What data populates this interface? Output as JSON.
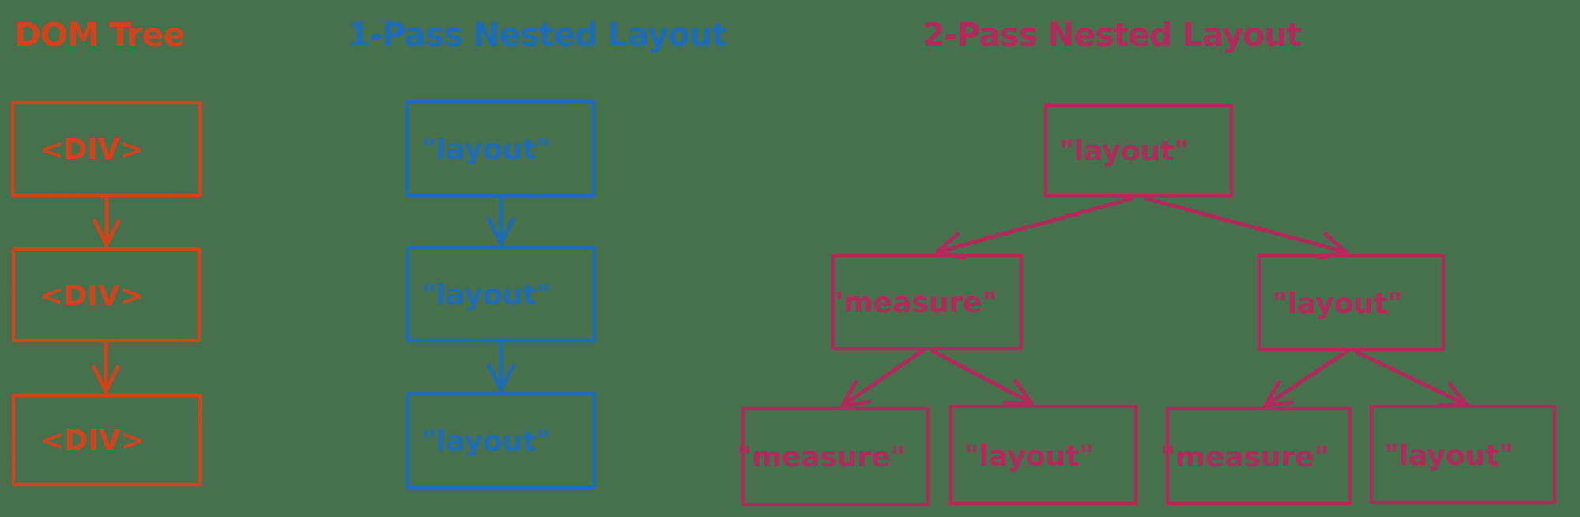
{
  "page": {
    "background_color": "#47704d"
  },
  "sections": {
    "dom_tree": {
      "title": "DOM Tree",
      "color": "#d1431d",
      "nodes": [
        {
          "id": "div-1",
          "label": "<DIV>"
        },
        {
          "id": "div-2",
          "label": "<DIV>"
        },
        {
          "id": "div-3",
          "label": "<DIV>"
        }
      ],
      "edges": [
        {
          "from": "div-1",
          "to": "div-2"
        },
        {
          "from": "div-2",
          "to": "div-3"
        }
      ]
    },
    "one_pass": {
      "title": "1-Pass Nested Layout",
      "color": "#1e6cb5",
      "nodes": [
        {
          "id": "layout-1",
          "label": "\"layout\""
        },
        {
          "id": "layout-2",
          "label": "\"layout\""
        },
        {
          "id": "layout-3",
          "label": "\"layout\""
        }
      ],
      "edges": [
        {
          "from": "layout-1",
          "to": "layout-2"
        },
        {
          "from": "layout-2",
          "to": "layout-3"
        }
      ]
    },
    "two_pass": {
      "title": "2-Pass Nested Layout",
      "color": "#b12a5c",
      "nodes": {
        "root": {
          "label": "\"layout\""
        },
        "mid_left": {
          "label": "\"measure\""
        },
        "mid_right": {
          "label": "\"layout\""
        },
        "bottom_far_left": {
          "label": "\"measure\""
        },
        "bottom_mid_left": {
          "label": "\"layout\""
        },
        "bottom_mid_right": {
          "label": "\"measure\""
        },
        "bottom_far_right": {
          "label": "\"layout\""
        }
      },
      "edges": [
        {
          "from": "root",
          "to": "mid_left"
        },
        {
          "from": "root",
          "to": "mid_right"
        },
        {
          "from": "mid_left",
          "to": "bottom_far_left"
        },
        {
          "from": "mid_left",
          "to": "bottom_mid_left"
        },
        {
          "from": "mid_right",
          "to": "bottom_mid_right"
        },
        {
          "from": "mid_right",
          "to": "bottom_far_right"
        }
      ]
    }
  }
}
